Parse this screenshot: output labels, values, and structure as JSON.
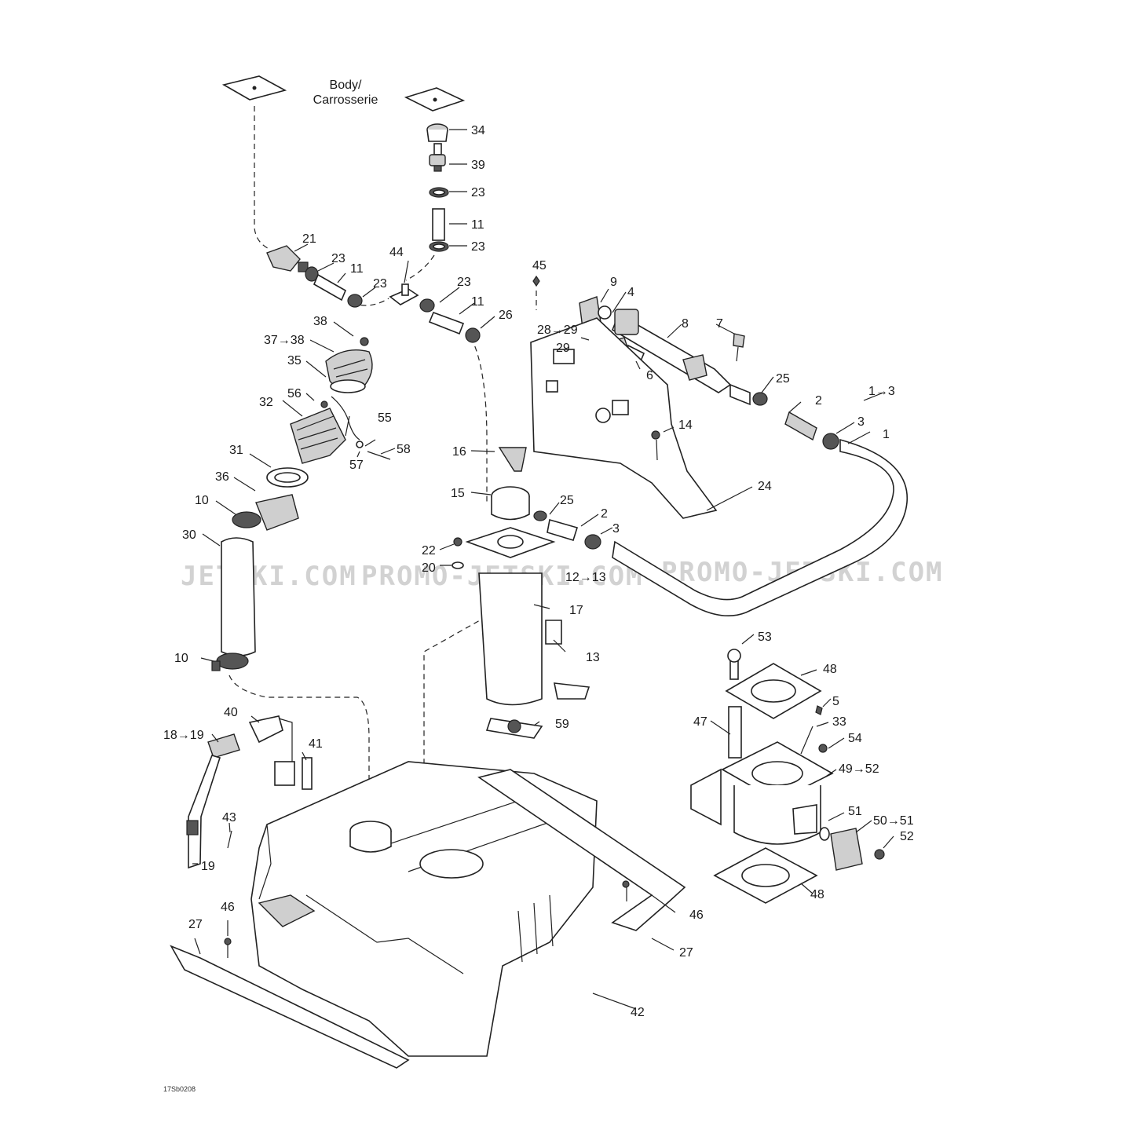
{
  "body_caption": [
    "Body/",
    "Carrosserie"
  ],
  "watermarks": [
    "JETSKI.COM",
    "PROMO-JETSKI.COM",
    "PROMO-JETSKI.COM"
  ],
  "drawing_code": "17Sb0208",
  "labels": {
    "l1": "1",
    "l1to3": "1→3",
    "l2a": "2",
    "l2b": "2",
    "l3a": "3",
    "l3b": "3",
    "l4": "4",
    "l5": "5",
    "l6": "6",
    "l7": "7",
    "l8": "8",
    "l9": "9",
    "l10a": "10",
    "l10b": "10",
    "l11a": "11",
    "l11b": "11",
    "l11c": "11",
    "l12to13": "12→13",
    "l13": "13",
    "l14": "14",
    "l15": "15",
    "l16": "16",
    "l17": "17",
    "l18to19": "18→19",
    "l19": "19",
    "l20": "20",
    "l21": "21",
    "l22": "22",
    "l23a": "23",
    "l23b": "23",
    "l23c": "23",
    "l23d": "23",
    "l23e": "23",
    "l24": "24",
    "l25a": "25",
    "l25b": "25",
    "l26": "26",
    "l27a": "27",
    "l27b": "27",
    "l28to29": "28→29",
    "l29": "29",
    "l30": "30",
    "l31": "31",
    "l32": "32",
    "l33": "33",
    "l34": "34",
    "l35": "35",
    "l36": "36",
    "l37to38": "37→38",
    "l38": "38",
    "l39": "39",
    "l40": "40",
    "l41": "41",
    "l42": "42",
    "l43": "43",
    "l44": "44",
    "l45": "45",
    "l46a": "46",
    "l46b": "46",
    "l47": "47",
    "l48a": "48",
    "l48b": "48",
    "l49to52": "49→52",
    "l50to51": "50→51",
    "l51": "51",
    "l52": "52",
    "l53": "53",
    "l54": "54",
    "l55": "55",
    "l56": "56",
    "l57": "57",
    "l58": "58",
    "l59": "59"
  },
  "colors": {
    "ink": "#1a1a1a",
    "watermark": "#d2d2d2",
    "shade": "#cfcfcf"
  }
}
